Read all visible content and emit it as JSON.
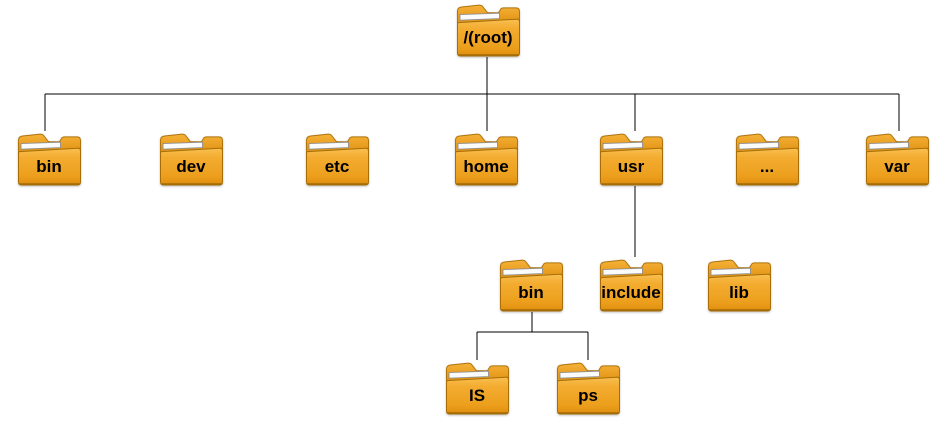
{
  "tree": {
    "root": {
      "label": "/(root)",
      "children": [
        {
          "label": "bin"
        },
        {
          "label": "dev"
        },
        {
          "label": "etc"
        },
        {
          "label": "home"
        },
        {
          "label": "usr",
          "children": [
            {
              "label": "bin",
              "children": [
                {
                  "label": "IS"
                },
                {
                  "label": "ps"
                }
              ]
            },
            {
              "label": "include"
            },
            {
              "label": "lib"
            }
          ]
        },
        {
          "label": "..."
        },
        {
          "label": "var"
        }
      ]
    }
  },
  "style": {
    "background": "#FFFFFF",
    "connector_color": "#000000",
    "folder_gradient_top": "#F9C052",
    "folder_gradient_bottom": "#DE8E0D",
    "folder_outline": "#A86E05",
    "label_color": "#000000"
  }
}
